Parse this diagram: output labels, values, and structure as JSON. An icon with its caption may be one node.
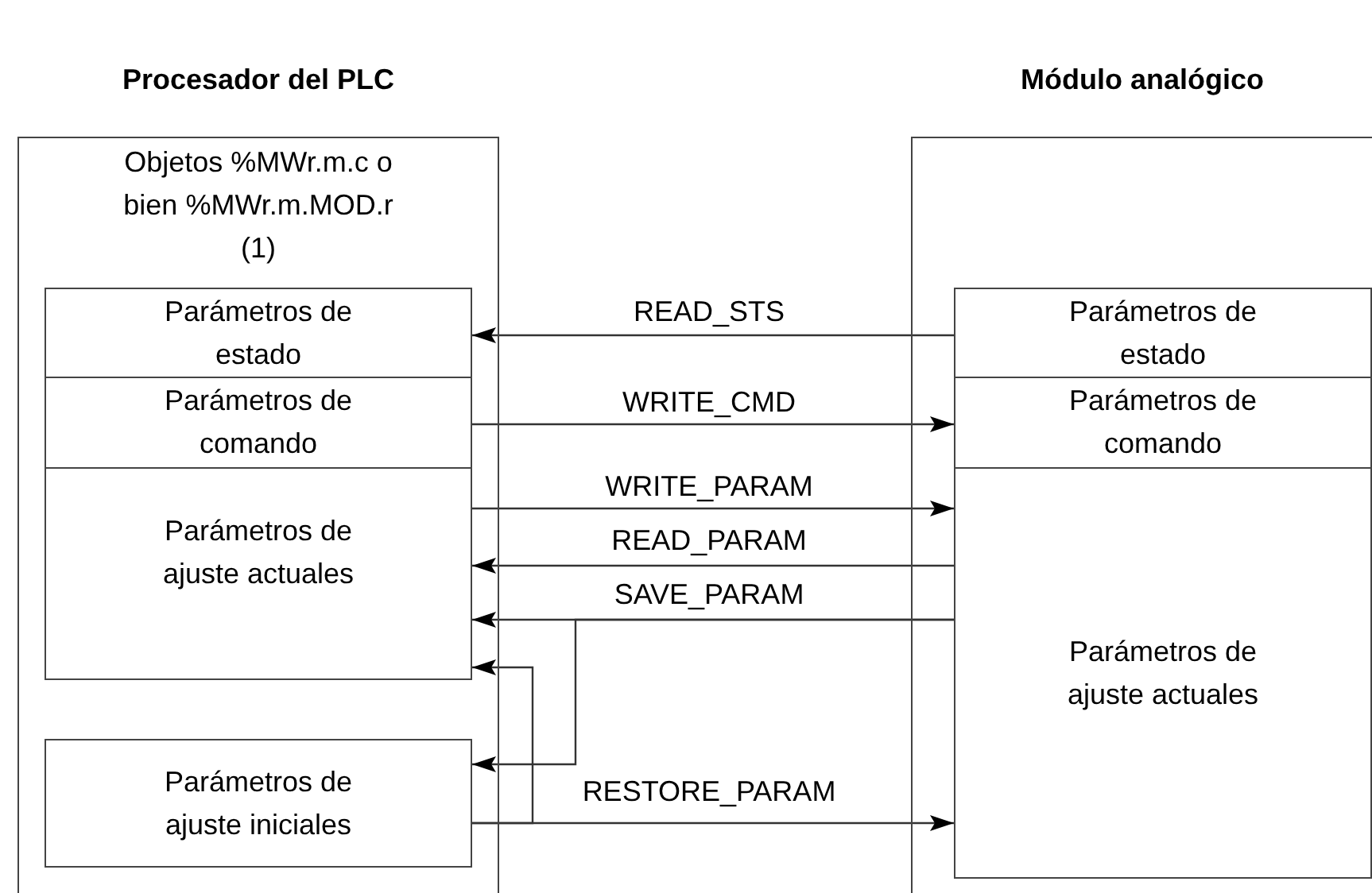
{
  "diagram": {
    "nodes": [
      {
        "text": [
          "Procesador del PLC",
          "Objetos %MWr.m.c o bien %MWr.m.MOD.r (1)"
        ]
      },
      {
        "text": [
          "Parámetros de estado"
        ],
        "in": 0
      },
      {
        "text": [
          "Parámetros de comando"
        ],
        "in": 0
      },
      {
        "text": [
          "Parámetros de ajuste actuales"
        ],
        "in": 0
      },
      {
        "text": [
          "Parámetros de ajuste iniciales"
        ],
        "in": 0
      },
      {
        "text": [
          "Módulo analógico"
        ]
      },
      {
        "text": [
          "Parámetros de estado"
        ],
        "in": 5
      },
      {
        "text": [
          "Parámetros de comando"
        ],
        "in": 5
      },
      {
        "text": [
          "Parámetros de ajuste actuales"
        ],
        "in": 5
      }
    ],
    "edges": [
      {
        "from": 6,
        "to": 1,
        "arrow": "to",
        "label": "READ_STS"
      },
      {
        "from": 2,
        "to": 7,
        "arrow": "to",
        "label": "WRITE_CMD"
      },
      {
        "from": 3,
        "to": 8,
        "arrow": "to",
        "label": "WRITE_PARAM"
      },
      {
        "from": 8,
        "to": 3,
        "arrow": "to",
        "label": "READ_PARAM"
      },
      {
        "from": 8,
        "to": 3,
        "arrow": "to",
        "label": "SAVE_PARAM"
      },
      {
        "from": 8,
        "to": 4,
        "arrow": "to"
      },
      {
        "from": 4,
        "to": 8,
        "arrow": "to",
        "label": "RESTORE_PARAM"
      },
      {
        "from": 4,
        "to": 3,
        "arrow": "to"
      }
    ]
  }
}
